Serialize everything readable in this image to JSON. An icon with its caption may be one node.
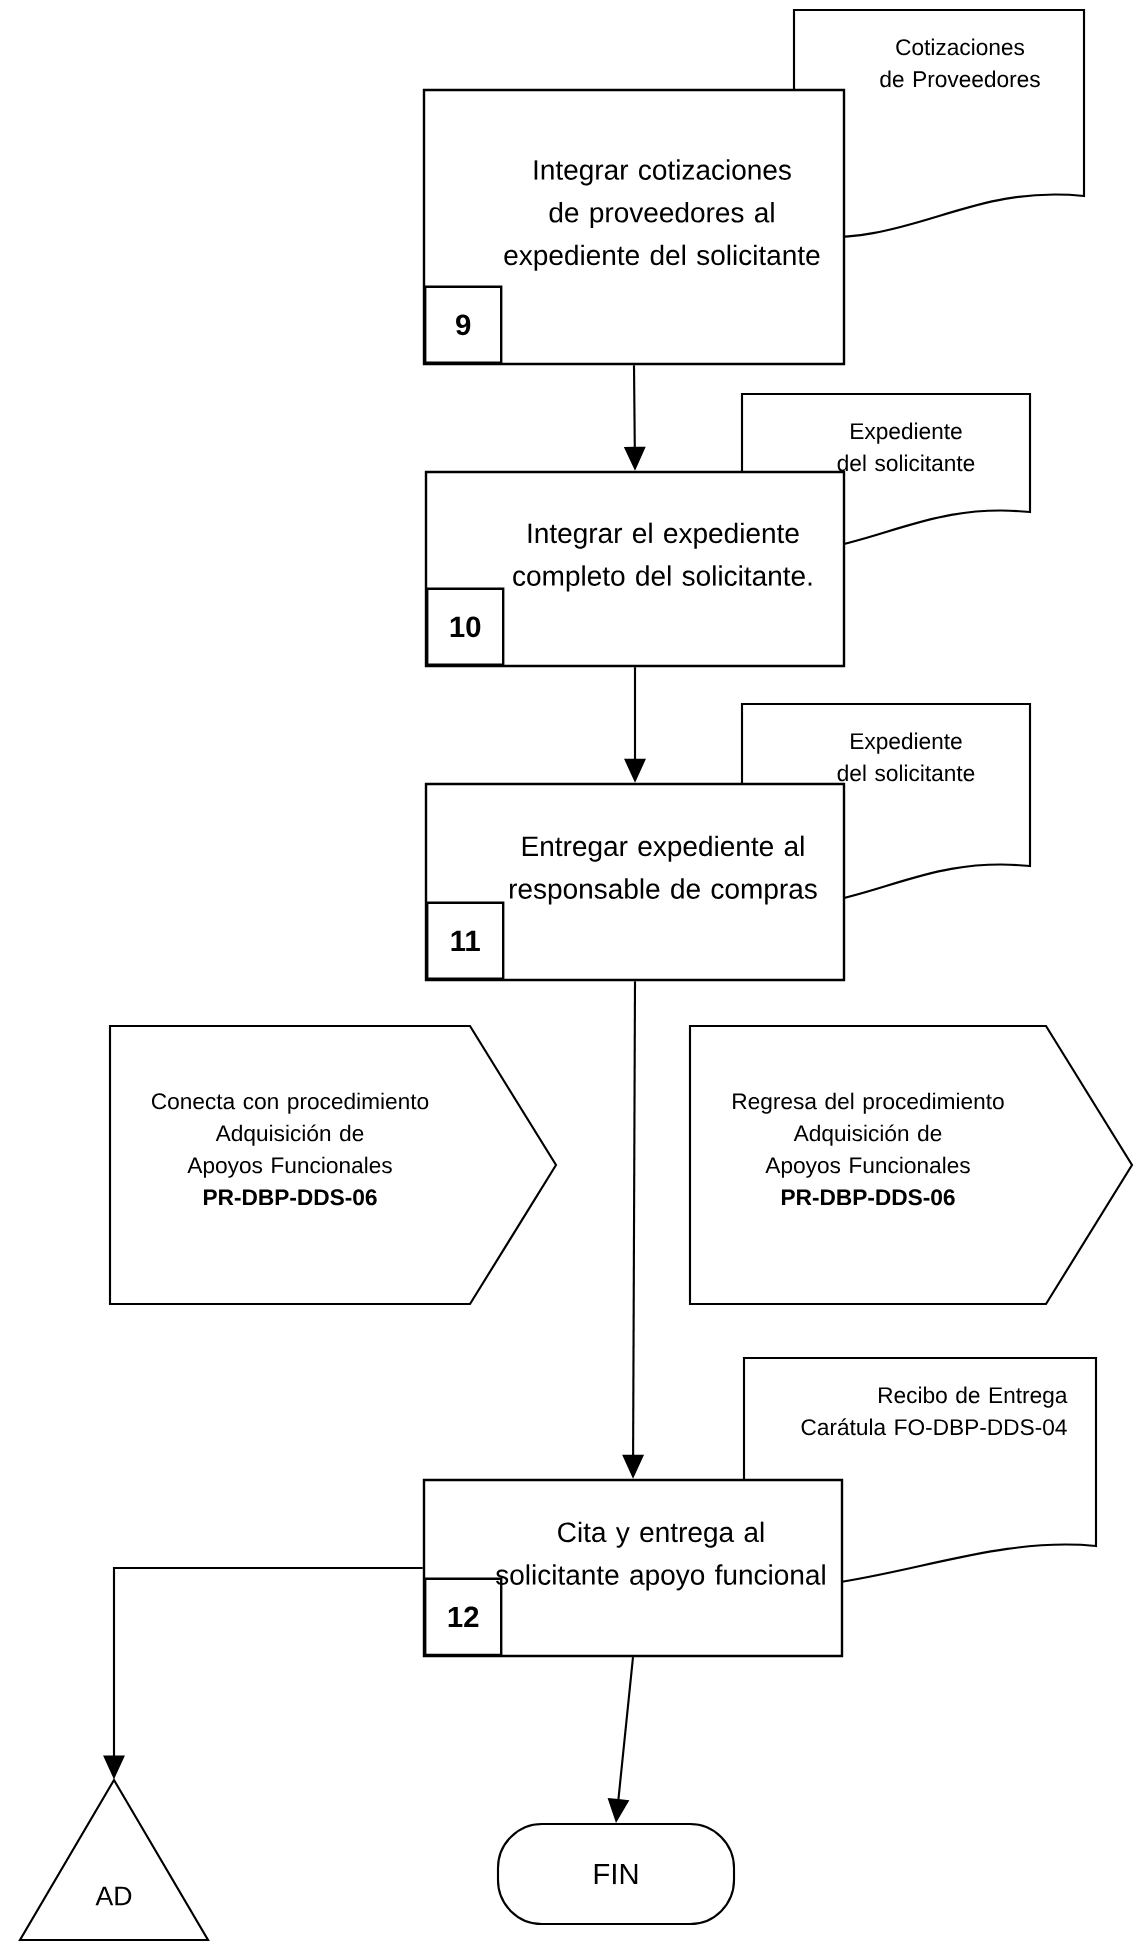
{
  "diagram": {
    "nodes": [
      {
        "text": [
          "Cotizaciones de Proveedores"
        ]
      },
      {
        "text": [
          "Integrar cotizaciones de proveedores al expediente del solicitante",
          "9"
        ]
      },
      {
        "text": [
          "Expediente del solicitante"
        ]
      },
      {
        "text": [
          "Integrar el expediente completo del solicitante.",
          "10"
        ]
      },
      {
        "text": [
          "Expediente del solicitante"
        ]
      },
      {
        "text": [
          "Entregar expediente al responsable de compras",
          "11"
        ]
      },
      {
        "text": [
          "Conecta con procedimiento Adquisición de Apoyos Funcionales",
          "PR-DBP-DDS-06"
        ]
      },
      {
        "text": [
          "Regresa del procedimiento Adquisición de Apoyos Funcionales",
          "PR-DBP-DDS-06"
        ]
      },
      {
        "text": [
          "Recibo de Entrega Carátula FO-DBP-DDS-04"
        ]
      },
      {
        "text": [
          "Cita y entrega al solicitante apoyo funcional",
          "12"
        ]
      },
      {
        "text": [
          "AD"
        ]
      },
      {
        "text": [
          "FIN"
        ]
      }
    ],
    "edges": [
      {
        "from": 1,
        "to": 3,
        "arrow": "to"
      },
      {
        "from": 3,
        "to": 5,
        "arrow": "to"
      },
      {
        "from": 5,
        "to": 9,
        "arrow": "to"
      },
      {
        "from": 9,
        "to": 10,
        "arrow": "to"
      },
      {
        "from": 9,
        "to": 11,
        "arrow": "to"
      }
    ]
  }
}
